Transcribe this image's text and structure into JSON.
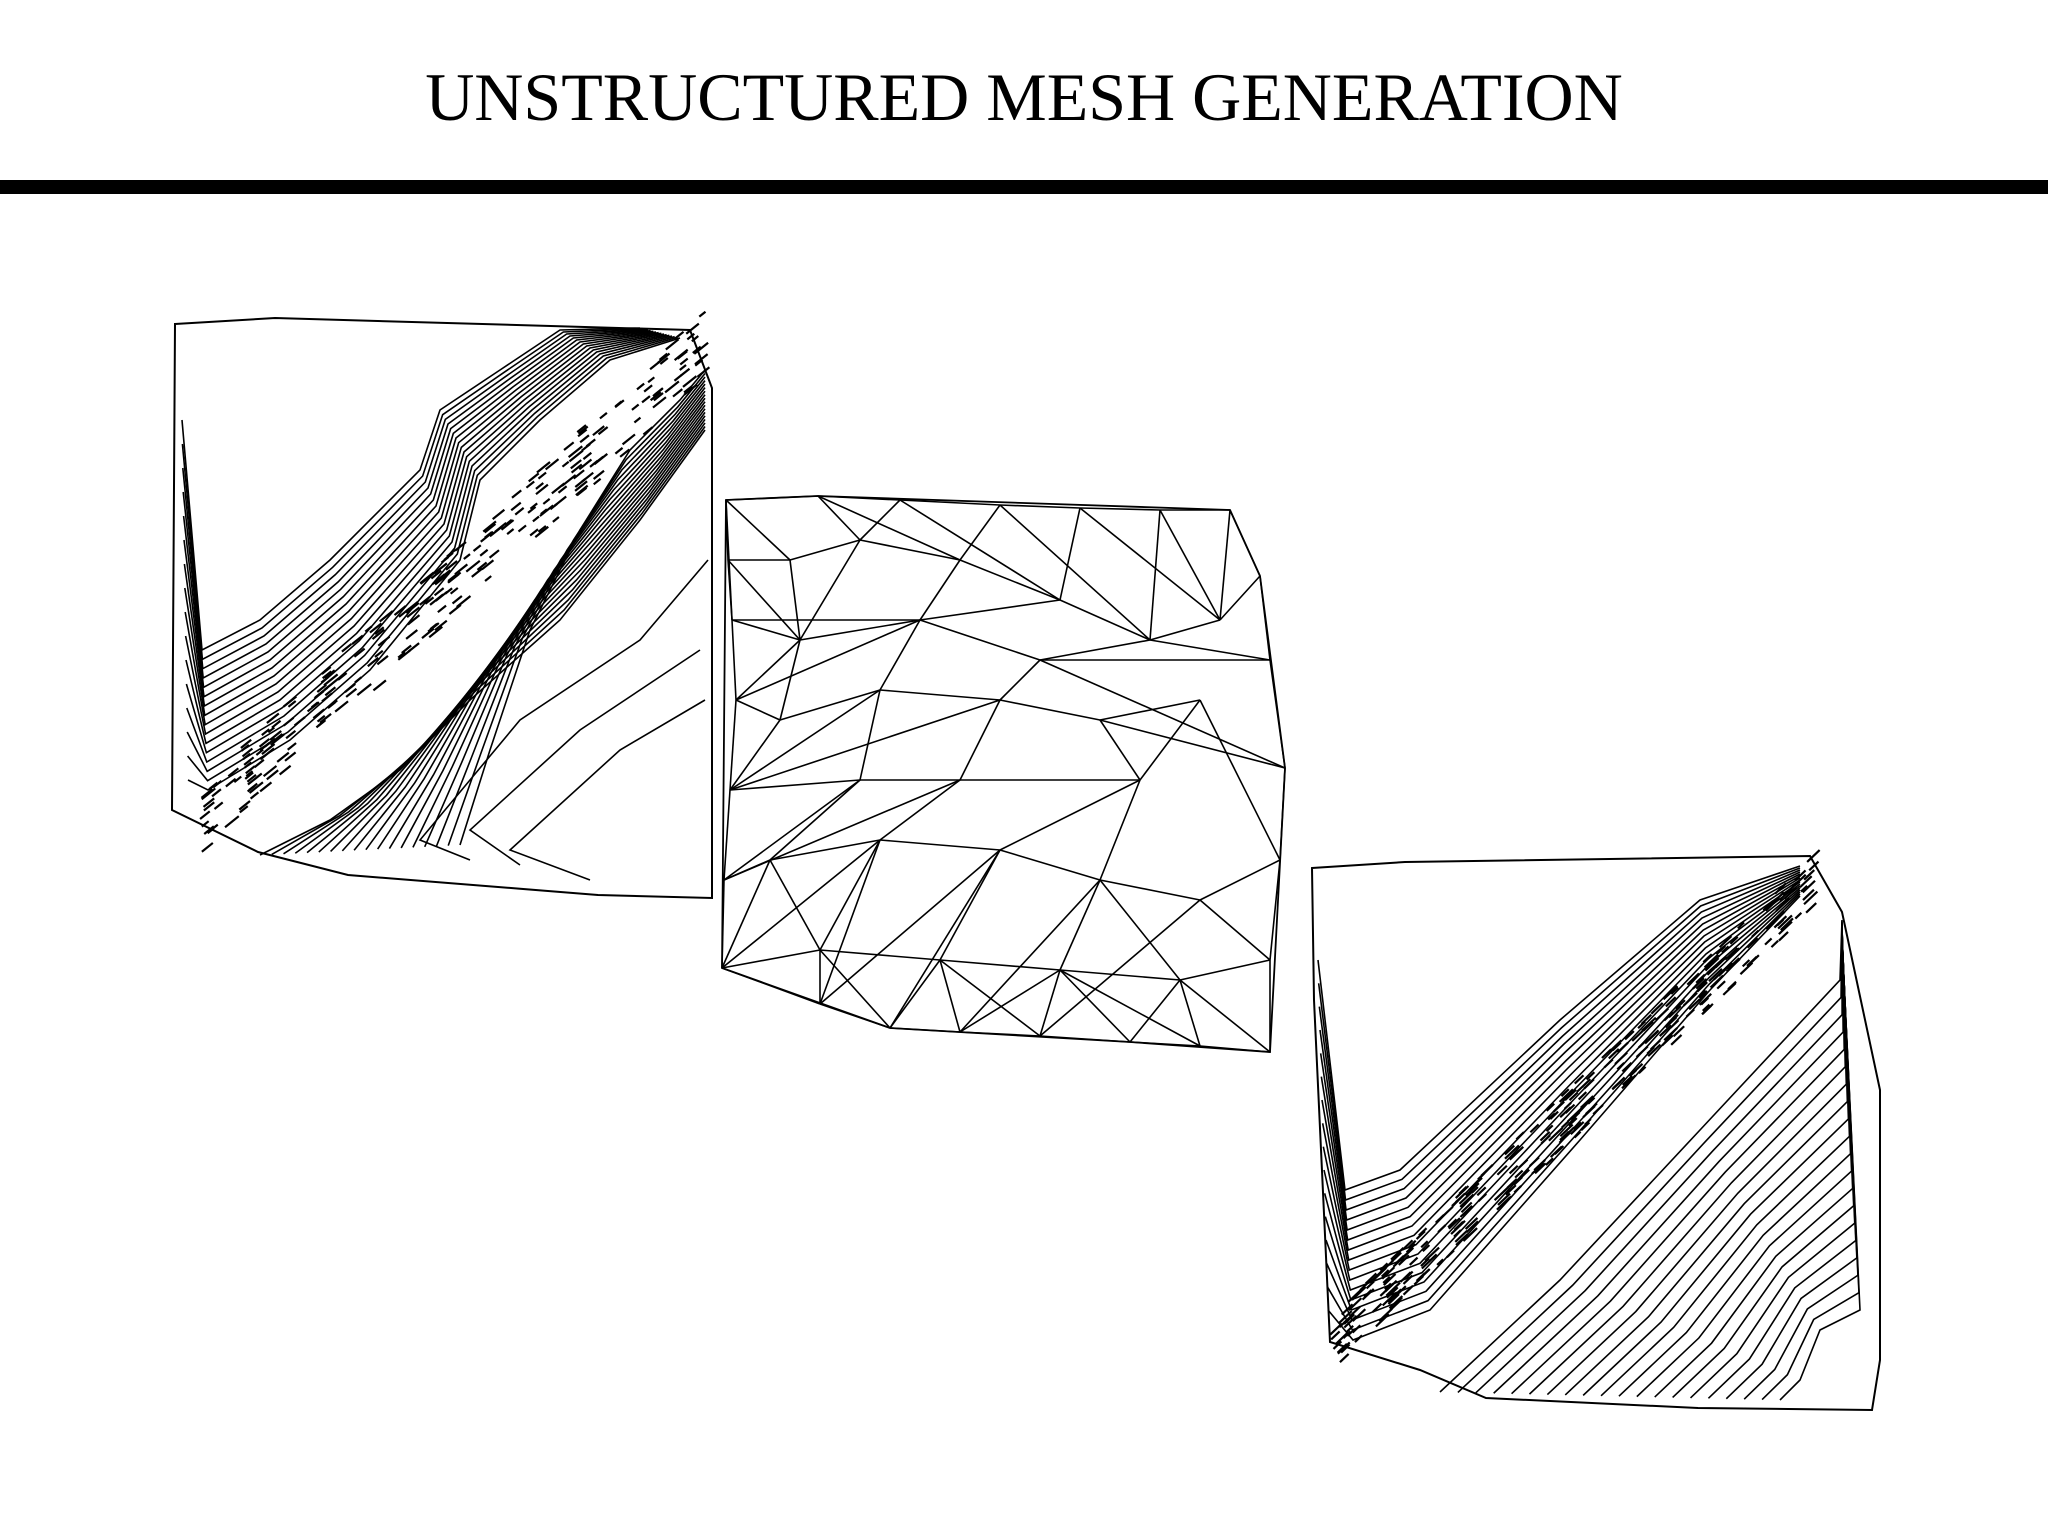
{
  "slide": {
    "title": "UNSTRUCTURED MESH GENERATION"
  },
  "figure": {
    "panels": [
      {
        "content": "contour plot on refined mesh"
      },
      {
        "content": "coarse triangular mesh"
      },
      {
        "content": "contour plot of exact solution"
      }
    ]
  },
  "colors": {
    "ink": "#000000",
    "paper": "#ffffff",
    "dense_band": "#333333"
  }
}
